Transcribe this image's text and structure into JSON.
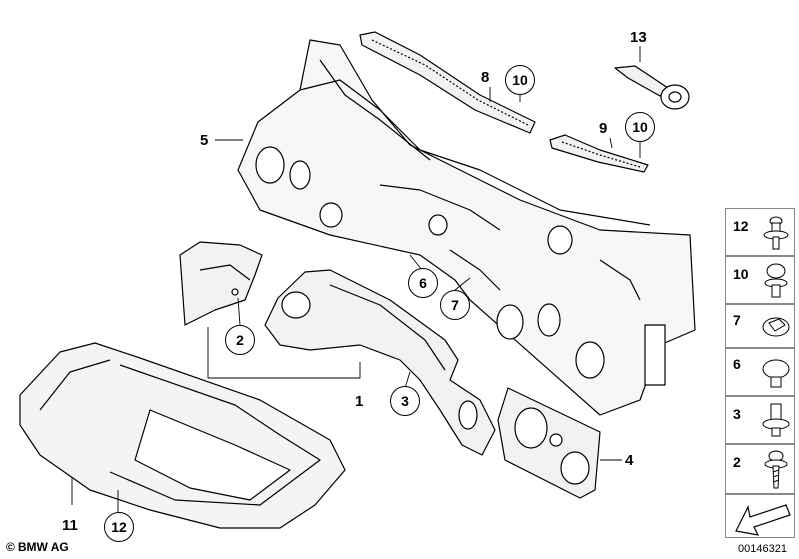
{
  "callouts": {
    "c1": "1",
    "c2": "2",
    "c3": "3",
    "c4": "4",
    "c5": "5",
    "c6": "6",
    "c7": "7",
    "c8": "8",
    "c9": "9",
    "c10a": "10",
    "c10b": "10",
    "c11": "11",
    "c12": "12",
    "c13": "13"
  },
  "legend": {
    "items": [
      {
        "number": "12",
        "icon": "expanding-rivet-icon"
      },
      {
        "number": "10",
        "icon": "plastic-nut-icon"
      },
      {
        "number": "7",
        "icon": "clip-icon"
      },
      {
        "number": "6",
        "icon": "round-clip-icon"
      },
      {
        "number": "3",
        "icon": "spreading-rivet-icon"
      },
      {
        "number": "2",
        "icon": "screw-icon"
      }
    ],
    "arrow_icon": "direction-arrow-icon"
  },
  "footer": {
    "copyright_symbol": "©",
    "brand": "BMW AG",
    "drawing_number": "00146321"
  }
}
